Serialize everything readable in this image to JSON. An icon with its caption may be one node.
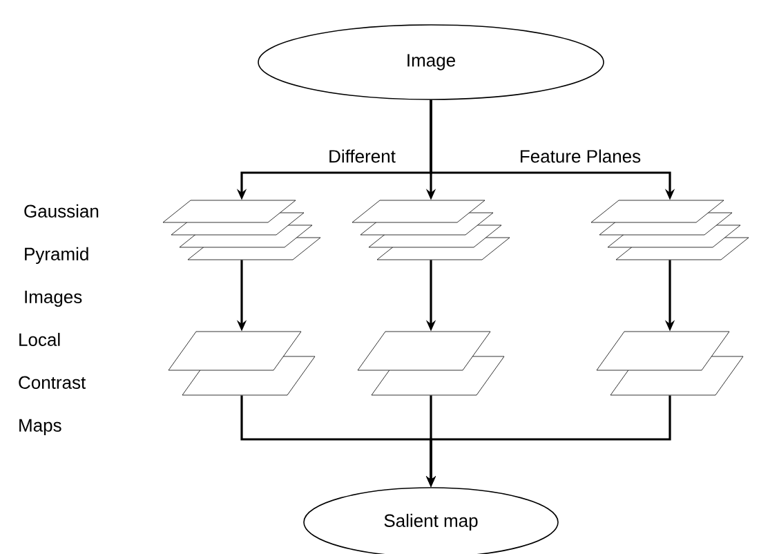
{
  "diagram": {
    "nodes": [
      {
        "text": [
          "Image"
        ]
      },
      {
        "text": [],
        "shape": "stack"
      },
      {
        "text": [],
        "shape": "stack"
      },
      {
        "text": [],
        "shape": "stack"
      },
      {
        "text": [],
        "shape": "stack"
      },
      {
        "text": [],
        "shape": "stack"
      },
      {
        "text": [],
        "shape": "stack"
      },
      {
        "text": [
          "Salient map"
        ]
      }
    ],
    "edges": [
      {
        "from": 0,
        "to": 1,
        "arrow": "to"
      },
      {
        "from": 0,
        "to": 2,
        "arrow": "to"
      },
      {
        "from": 0,
        "to": 3,
        "arrow": "to"
      },
      {
        "from": 1,
        "to": 4,
        "arrow": "to"
      },
      {
        "from": 2,
        "to": 5,
        "arrow": "to"
      },
      {
        "from": 3,
        "to": 6,
        "arrow": "to"
      },
      {
        "from": 4,
        "to": 7,
        "arrow": "to"
      },
      {
        "from": 5,
        "to": 7,
        "arrow": "to"
      },
      {
        "from": 6,
        "to": 7,
        "arrow": "to"
      }
    ],
    "labels": [
      "Different",
      "Feature Planes",
      "Gaussian Pyramid Images",
      "Local Contrast Maps"
    ]
  }
}
